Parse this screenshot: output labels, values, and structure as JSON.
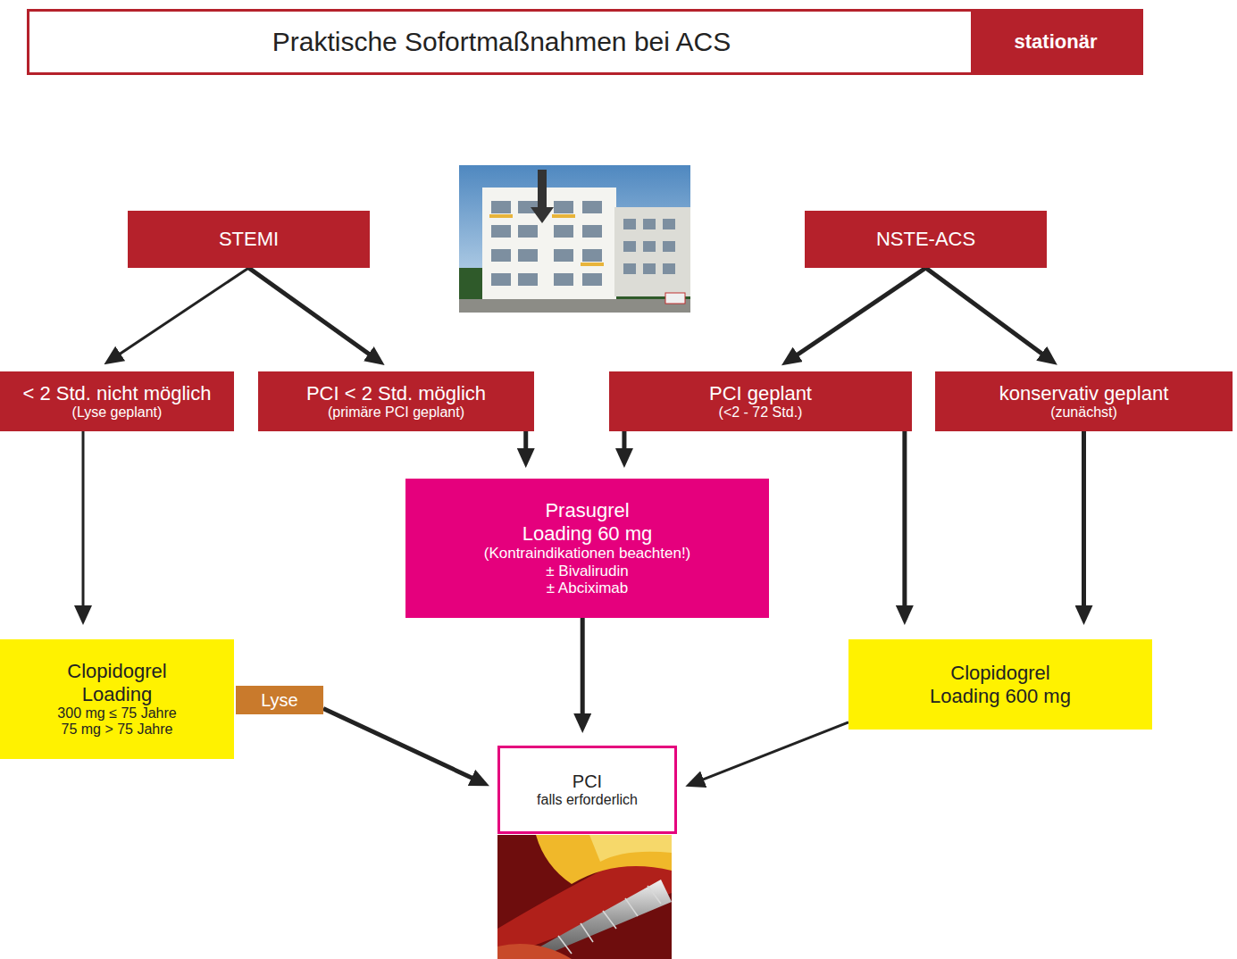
{
  "diagram": {
    "title": "Praktische Sofortmaßnahmen bei ACS",
    "nodes": [
      {
        "text": [
          "STEMI"
        ]
      },
      {
        "text": [
          "NSTE-ACS"
        ]
      },
      {
        "text": [
          "< 2 Std. nicht möglich",
          "(Lyse geplant)"
        ]
      },
      {
        "text": [
          "PCI < 2 Std. möglich",
          "(primäre PCI geplant)"
        ]
      },
      {
        "text": [
          "PCI geplant",
          "(<2 - 72 Std.)"
        ]
      },
      {
        "text": [
          "konservativ geplant",
          "(zunächst)"
        ]
      },
      {
        "text": [
          "Prasugrel Loading 60 mg",
          "(Kontraindikationen beachten!)",
          "± Bivalirudin",
          "± Abciximab"
        ]
      },
      {
        "text": [
          "Clopidogrel Loading",
          "300 mg ≤ 75 Jahre",
          "75 mg > 75 Jahre"
        ]
      },
      {
        "text": [
          "Lyse"
        ]
      },
      {
        "text": [
          "Clopidogrel Loading 600 mg"
        ]
      },
      {
        "text": [
          "PCI",
          "falls erforderlich"
        ]
      }
    ],
    "edges": [
      {
        "from": 0,
        "to": 2,
        "arrow": "to"
      },
      {
        "from": 0,
        "to": 3,
        "arrow": "to"
      },
      {
        "from": 1,
        "to": 4,
        "arrow": "to"
      },
      {
        "from": 1,
        "to": 5,
        "arrow": "to"
      },
      {
        "from": 2,
        "to": 7,
        "arrow": "to"
      },
      {
        "from": 3,
        "to": 6,
        "arrow": "to"
      },
      {
        "from": 4,
        "to": 6,
        "arrow": "to"
      },
      {
        "from": 4,
        "to": 9,
        "arrow": "to"
      },
      {
        "from": 5,
        "to": 9,
        "arrow": "to"
      },
      {
        "from": 8,
        "to": 10,
        "arrow": "to"
      },
      {
        "from": 6,
        "to": 10,
        "arrow": "to"
      },
      {
        "from": 9,
        "to": 10,
        "arrow": "to"
      }
    ],
    "labels": [
      "stationär"
    ]
  }
}
